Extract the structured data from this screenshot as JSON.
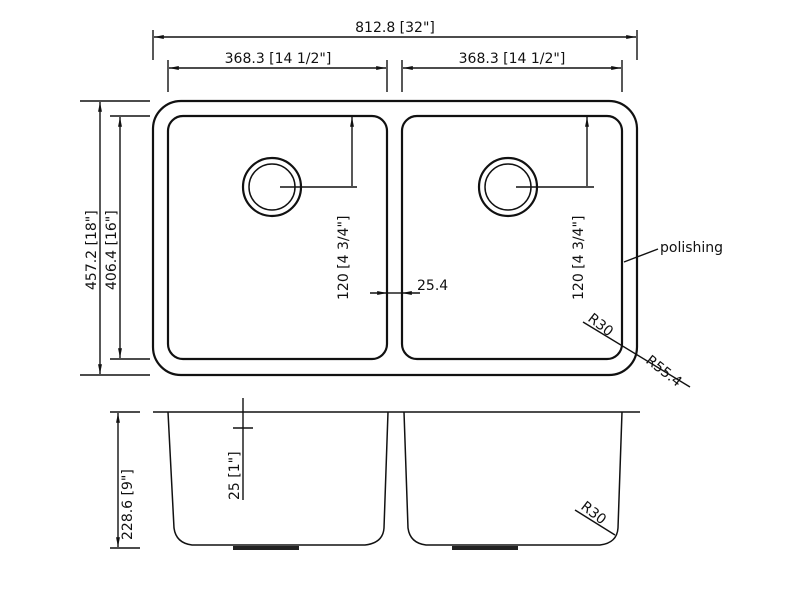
{
  "dimensions": {
    "overall_width": "812.8 [32\"]",
    "bowl_width_left": "368.3 [14 1/2\"]",
    "bowl_width_right": "368.3 [14 1/2\"]",
    "overall_depth": "457.2 [18\"]",
    "bowl_depth": "406.4 [16\"]",
    "drain_offset_left": "120 [4 3/4\"]",
    "drain_offset_right": "120 [4 3/4\"]",
    "divider_width": "25.4",
    "inner_radius": "R30",
    "outer_radius": "R55.4",
    "bowl_height": "228.6 [9\"]",
    "rim_drop": "25 [1\"]",
    "bottom_radius": "R30"
  },
  "annotations": {
    "finish": "polishing"
  }
}
